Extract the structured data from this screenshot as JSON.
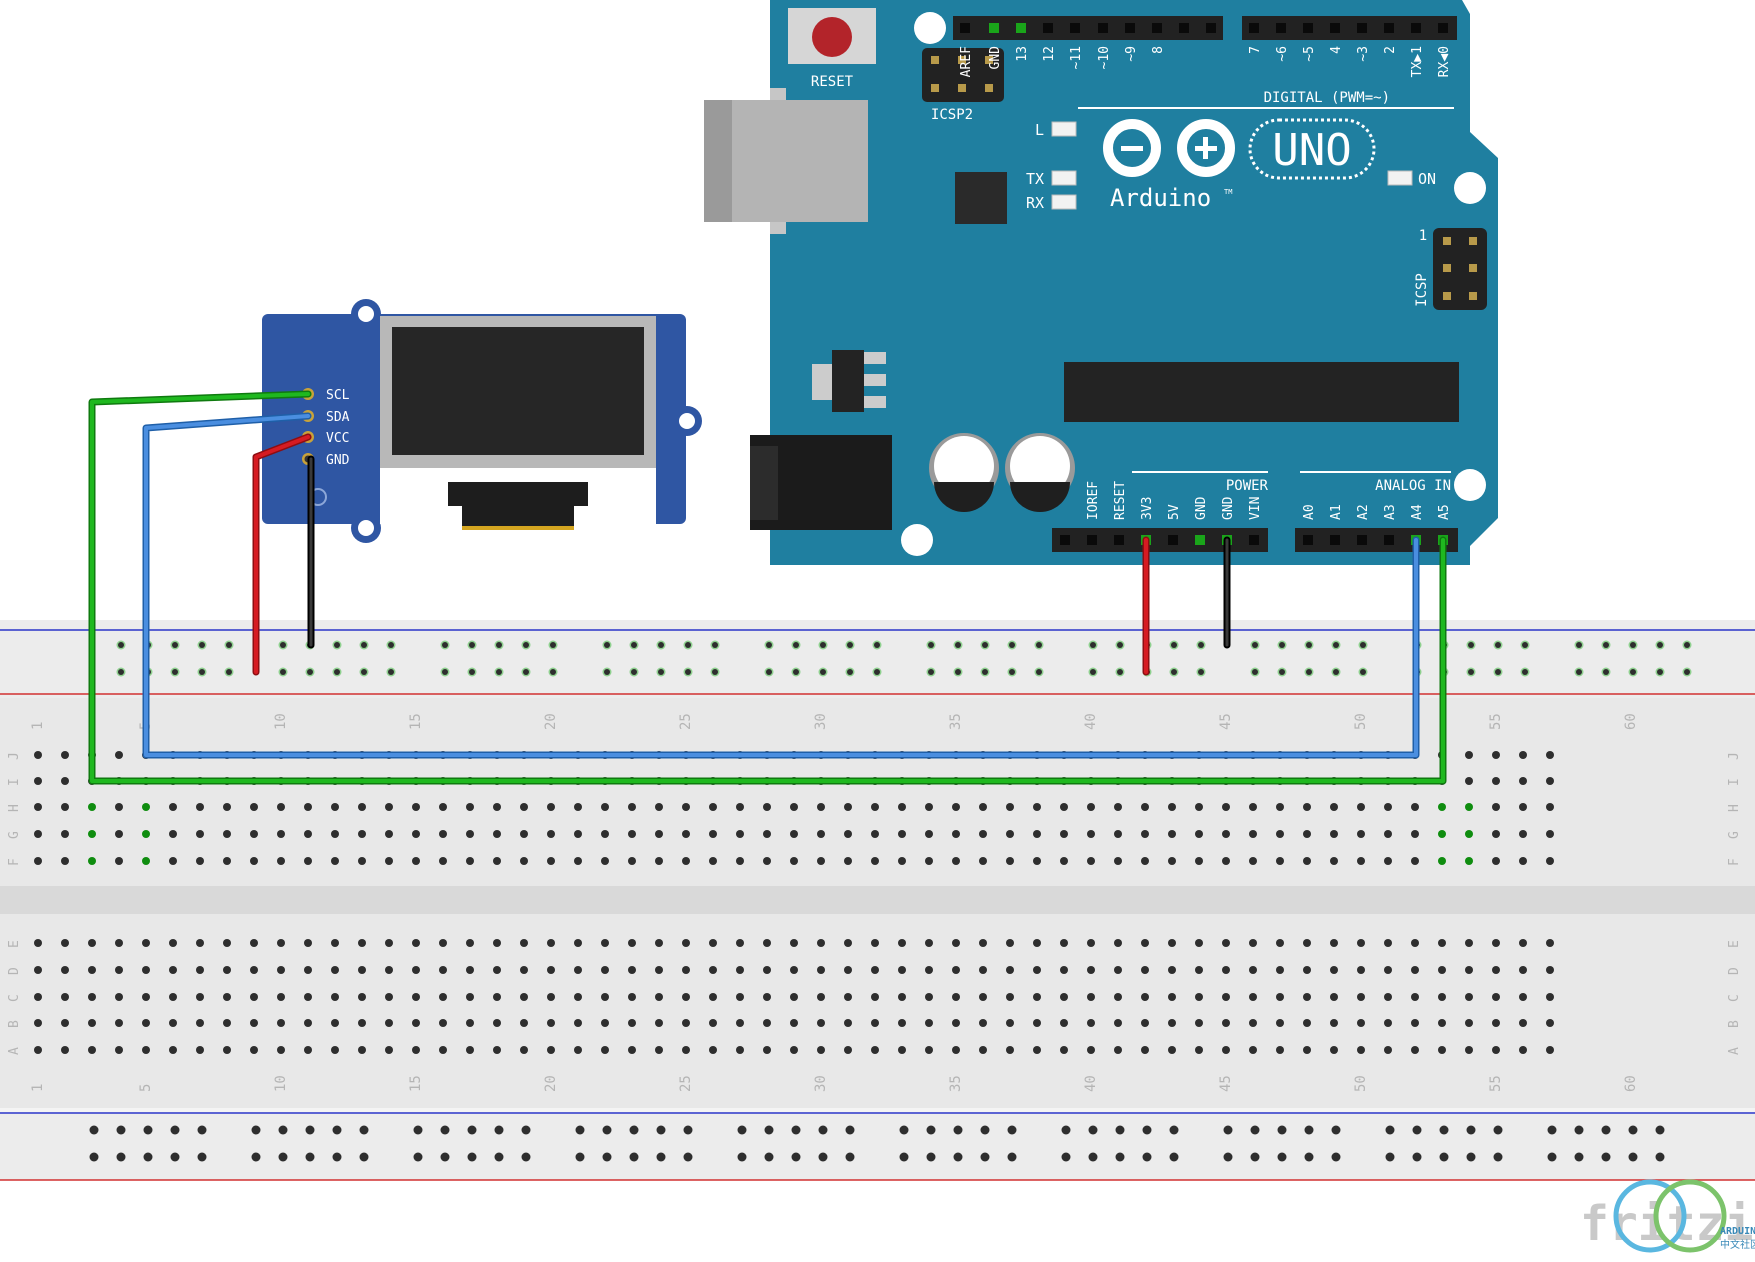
{
  "arduino": {
    "reset_label": "RESET",
    "icsp2_label": "ICSP2",
    "icsp_label": "ICSP",
    "icsp_pin1": "1",
    "digital_header": "DIGITAL (PWM=~)",
    "digital_pins": [
      "AREF",
      "GND",
      "13",
      "12",
      "~11",
      "~10",
      "~9",
      "8",
      "7",
      "~6",
      "~5",
      "4",
      "~3",
      "2",
      "TX▶1",
      "RX◀0"
    ],
    "led_l": "L",
    "led_tx": "TX",
    "led_rx": "RX",
    "led_on": "ON",
    "logo_model": "UNO",
    "logo_brand": "Arduino",
    "logo_tm": "TM",
    "power_header": "POWER",
    "power_pins": [
      "IOREF",
      "RESET",
      "3V3",
      "5V",
      "GND",
      "GND",
      "VIN"
    ],
    "analog_header": "ANALOG IN",
    "analog_pins": [
      "A0",
      "A1",
      "A2",
      "A3",
      "A4",
      "A5"
    ]
  },
  "oled": {
    "pins": [
      "SCL",
      "SDA",
      "VCC",
      "GND"
    ]
  },
  "breadboard": {
    "row_letters_top": [
      "J",
      "I",
      "H",
      "G",
      "F"
    ],
    "row_letters_bottom": [
      "E",
      "D",
      "C",
      "B",
      "A"
    ],
    "column_numbers": [
      "1",
      "5",
      "10",
      "15",
      "20",
      "25",
      "30",
      "35",
      "40",
      "45",
      "50",
      "55",
      "60"
    ]
  },
  "wires": [
    {
      "from": "OLED SCL",
      "to": "Arduino A5",
      "color": "#1aa51a"
    },
    {
      "from": "OLED SDA",
      "to": "Arduino A4",
      "color": "#3a7bd5"
    },
    {
      "from": "OLED VCC",
      "to": "Arduino 3V3",
      "color": "#c8161d"
    },
    {
      "from": "OLED GND",
      "to": "Arduino GND",
      "color": "#111111"
    }
  ],
  "colors": {
    "board": "#1f7fa0",
    "oled_board": "#2f56a3",
    "breadboard": "#e6e6e6",
    "rail_blue": "#2a34c8",
    "rail_red": "#d23030",
    "connected_hole": "#1aa51a"
  },
  "watermark": {
    "text": "fritzing",
    "badge_line1": "ARDUINO",
    "badge_line2": "中文社区"
  }
}
